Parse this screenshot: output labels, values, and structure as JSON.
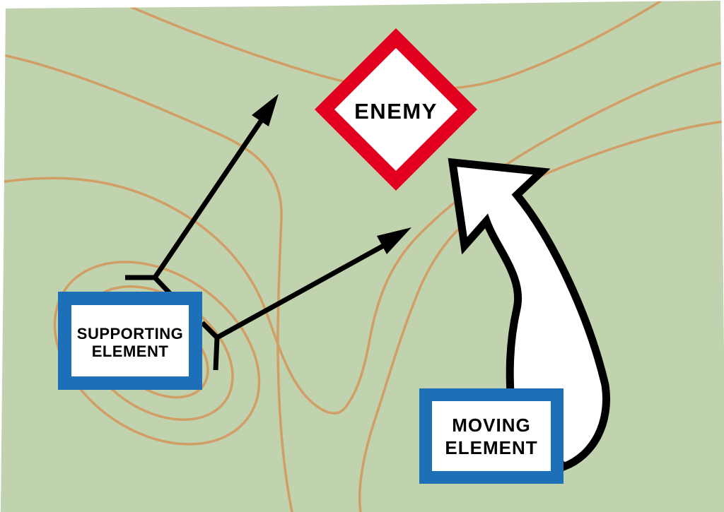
{
  "figure": {
    "kind": "military-tactics-diagram",
    "description_visible_elements": "Topographic map background with contour lines; enemy diamond symbol; supporting element box firing two arrows at enemy; moving element box with large curved maneuver arrow toward enemy"
  },
  "colors": {
    "map_green": "#c1d2ae",
    "contour_tan": "#d19e66",
    "box_blue": "#1d6fb8",
    "enemy_red": "#e3001e",
    "ink_black": "#000000",
    "white": "#ffffff"
  },
  "nodes": {
    "enemy": {
      "label": "ENEMY",
      "shape": "diamond-red-outline"
    },
    "supporting": {
      "line1": "SUPPORTING",
      "line2": "ELEMENT",
      "shape": "rect-blue-outline"
    },
    "moving": {
      "line1": "MOVING",
      "line2": "ELEMENT",
      "shape": "rect-blue-outline"
    }
  },
  "connectors": {
    "fire_arrow_count": 2,
    "fire_arrows_from": "supporting",
    "fire_arrows_to": "enemy",
    "maneuver_arrow_from": "moving",
    "maneuver_arrow_to": "enemy",
    "maneuver_arrow_style": "wide white arrow with black outline, curved"
  }
}
